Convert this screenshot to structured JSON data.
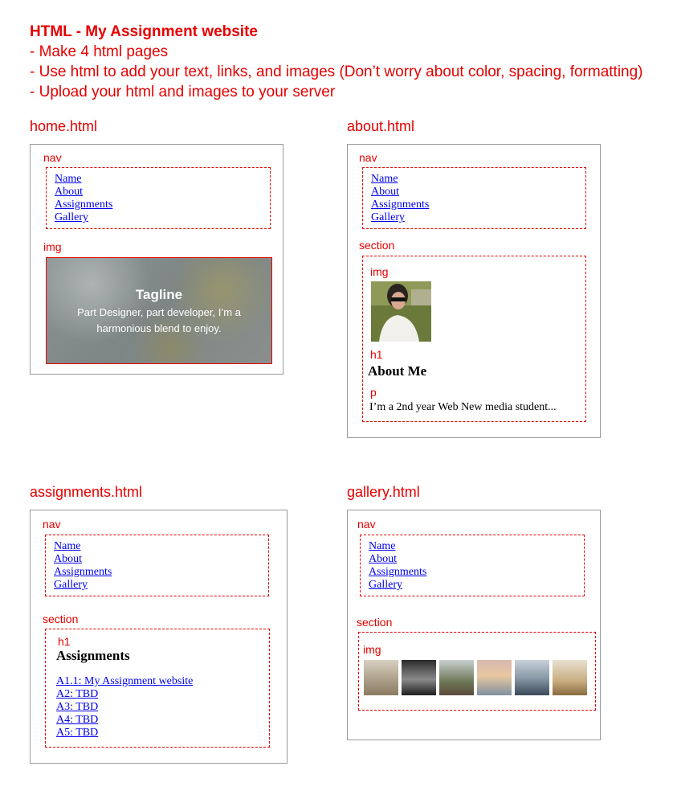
{
  "header": {
    "title": "HTML - My Assignment website",
    "lines": [
      "- Make 4 html pages",
      "- Use html to add your text, links, and images (Don’t worry about color, spacing, formatting)",
      "- Upload your html and images to your server"
    ]
  },
  "nav_label": "nav",
  "img_label": "img",
  "section_label": "section",
  "h1_label": "h1",
  "p_label": "p",
  "nav_links": [
    "Name",
    "About",
    "Assignments",
    "Gallery"
  ],
  "home": {
    "filename": "home.html",
    "hero_tagline": "Tagline",
    "hero_text": "Part Designer, part developer, I’m a harmonious blend to enjoy."
  },
  "about": {
    "filename": "about.html",
    "heading": "About Me",
    "paragraph": "I’m a 2nd year Web New media student..."
  },
  "assignments": {
    "filename": "assignments.html",
    "heading": "Assignments",
    "items": [
      "A1.1: My Assignment website",
      "A2: TBD",
      "A3: TBD",
      "A4: TBD",
      "A5: TBD"
    ]
  },
  "gallery": {
    "filename": "gallery.html",
    "thumbnail_colors": [
      "#b9a58a",
      "#4a4a4a",
      "#6f7a5a",
      "#d9b08a",
      "#8a9aa8",
      "#c8ad80"
    ]
  }
}
